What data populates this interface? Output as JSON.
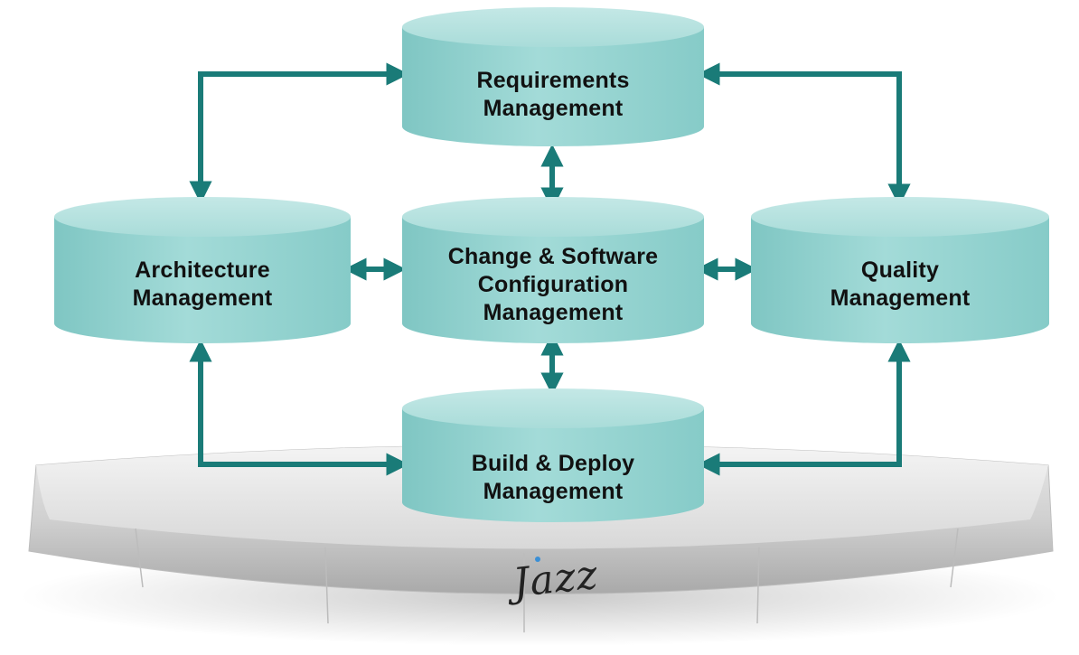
{
  "nodes": {
    "requirements": {
      "line1": "Requirements",
      "line2": "Management"
    },
    "architecture": {
      "line1": "Architecture",
      "line2": "Management"
    },
    "change": {
      "line1": "Change & Software",
      "line2": "Configuration",
      "line3": "Management"
    },
    "quality": {
      "line1": "Quality",
      "line2": "Management"
    },
    "build": {
      "line1": "Build & Deploy",
      "line2": "Management"
    }
  },
  "logo": {
    "text": "Jazz"
  },
  "colors": {
    "cylinder": "#8fd0cd",
    "cylinder_top": "#b9e3e1",
    "arrow": "#1a7b78",
    "platform": "#e4e4e4"
  }
}
